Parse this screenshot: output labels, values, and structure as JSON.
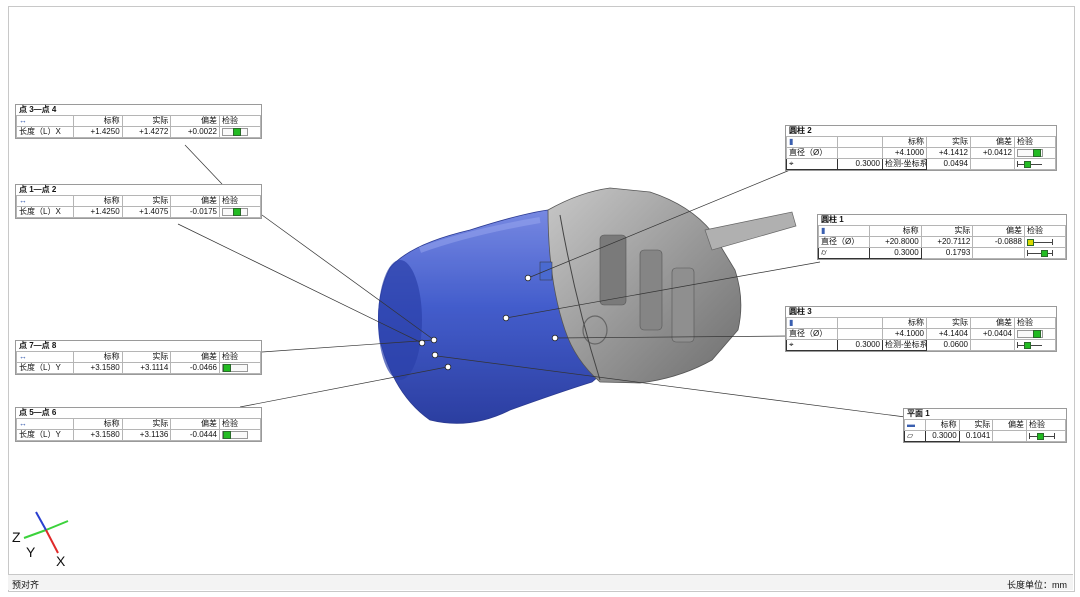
{
  "colors": {
    "pass": "#22bb22",
    "warn": "#d8d800",
    "body": "#3852c4"
  },
  "callouts": {
    "c34": {
      "title": "点 3—点 4",
      "icon": "distance-icon",
      "hdr": [
        "标称",
        "实际",
        "偏差",
        "检验"
      ],
      "rows": [
        {
          "label": "长度（L）X",
          "nominal": "+1.4250",
          "actual": "+1.4272",
          "dev": "+0.0022",
          "marker": 0.5
        }
      ]
    },
    "c12": {
      "title": "点 1—点 2",
      "icon": "distance-icon",
      "hdr": [
        "标称",
        "实际",
        "偏差",
        "检验"
      ],
      "rows": [
        {
          "label": "长度（L）X",
          "nominal": "+1.4250",
          "actual": "+1.4075",
          "dev": "-0.0175",
          "marker": 0.5
        }
      ]
    },
    "c78": {
      "title": "点 7—点 8",
      "icon": "distance-icon",
      "hdr": [
        "标称",
        "实际",
        "偏差",
        "检验"
      ],
      "rows": [
        {
          "label": "长度（L）Y",
          "nominal": "+3.1580",
          "actual": "+3.1114",
          "dev": "-0.0466",
          "marker": 0.0
        }
      ]
    },
    "c56": {
      "title": "点 5—点 6",
      "icon": "distance-icon",
      "hdr": [
        "标称",
        "实际",
        "偏差",
        "检验"
      ],
      "rows": [
        {
          "label": "长度（L）Y",
          "nominal": "+3.1580",
          "actual": "+3.1136",
          "dev": "-0.0444",
          "marker": 0.0
        }
      ]
    },
    "cyl2": {
      "title": "圆柱 2",
      "icon": "cylinder-icon",
      "hdr": [
        "标称",
        "实际",
        "偏差",
        "检验"
      ],
      "row1": {
        "label": "直径（Ø）",
        "nominal": "+4.1000",
        "actual": "+4.1412",
        "dev": "+0.0412",
        "marker": 0.8
      },
      "row2": {
        "symbol": "⌖",
        "tol": "0.3000",
        "ref": "检测-坐标系",
        "actual": "0.0494",
        "marker": 0.35
      }
    },
    "cyl1": {
      "title": "圆柱 1",
      "icon": "cylinder-icon",
      "hdr": [
        "标称",
        "实际",
        "偏差",
        "检验"
      ],
      "row1": {
        "label": "直径（Ø）",
        "nominal": "+20.8000",
        "actual": "+20.7112",
        "dev": "-0.0888",
        "marker": 0.0
      },
      "row2": {
        "symbol": "⌭",
        "tol": "0.3000",
        "actual": "0.1793",
        "marker": 0.75
      }
    },
    "cyl3": {
      "title": "圆柱 3",
      "icon": "cylinder-icon",
      "hdr": [
        "标称",
        "实际",
        "偏差",
        "检验"
      ],
      "row1": {
        "label": "直径（Ø）",
        "nominal": "+4.1000",
        "actual": "+4.1404",
        "dev": "+0.0404",
        "marker": 0.8
      },
      "row2": {
        "symbol": "⌖",
        "tol": "0.3000",
        "ref": "检测-坐标系",
        "actual": "0.0600",
        "marker": 0.35
      }
    },
    "pln1": {
      "title": "平面 1",
      "icon": "plane-icon",
      "hdr": [
        "标称",
        "实际",
        "偏差",
        "检验"
      ],
      "row": {
        "symbol": "⏥",
        "tol": "0.3000",
        "actual": "0.1041",
        "marker": 0.4
      }
    }
  },
  "axes": {
    "z": "Z",
    "y": "Y",
    "x": "X"
  },
  "status": {
    "left": "预对齐",
    "right": "长度单位：mm"
  }
}
